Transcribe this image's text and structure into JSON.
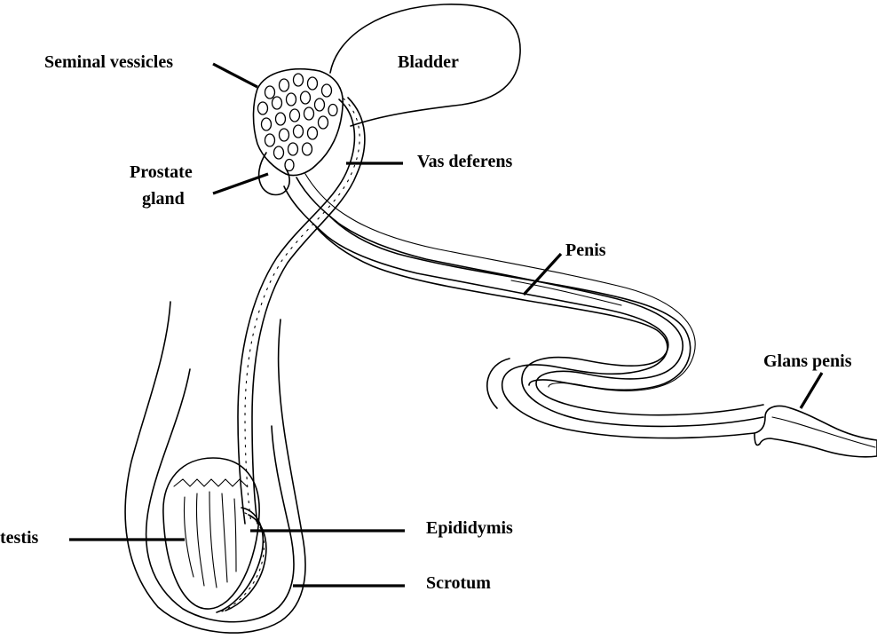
{
  "labels": {
    "seminal_vesicles": "Seminal vessicles",
    "bladder": "Bladder",
    "prostate_line1": "Prostate",
    "prostate_line2": "gland",
    "vas_deferens": "Vas deferens",
    "penis": "Penis",
    "glans_penis": "Glans penis",
    "testis": "testis",
    "epididymis": "Epididymis",
    "scrotum": "Scrotum"
  },
  "colors": {
    "ink": "#000000",
    "background": "#ffffff"
  }
}
